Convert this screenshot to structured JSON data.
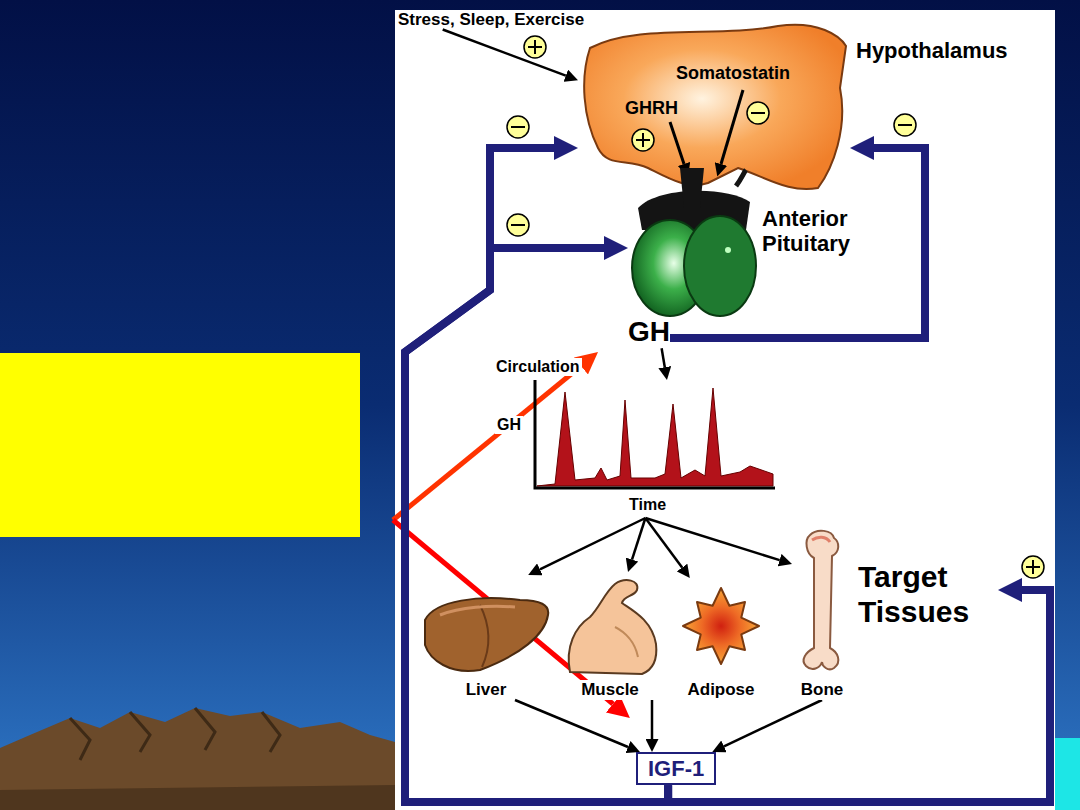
{
  "diagram": {
    "nodes": [
      {
        "text": [
          "Stress, Sleep, Exercise"
        ]
      },
      {
        "text": [
          "Hypothalamus",
          "Somatostatin",
          "GHRH"
        ]
      },
      {
        "text": [
          "Anterior Pituitary"
        ]
      },
      {
        "text": [
          "GH"
        ]
      },
      {
        "text": [
          "Circulation",
          "GH",
          "Time"
        ]
      },
      {
        "text": [
          "Target Tissues"
        ]
      },
      {
        "text": [
          "Liver"
        ]
      },
      {
        "text": [
          "Muscle"
        ]
      },
      {
        "text": [
          "Adipose"
        ]
      },
      {
        "text": [
          "Bone"
        ]
      },
      {
        "text": [
          "IGF-1"
        ]
      }
    ],
    "edges": [
      {
        "from": 0,
        "to": 1,
        "arrow": "to"
      },
      {
        "from": 3,
        "to": 1,
        "arrow": "to"
      },
      {
        "from": 3,
        "to": 4,
        "arrow": "to"
      },
      {
        "from": 4,
        "to": 6,
        "arrow": "to"
      },
      {
        "from": 4,
        "to": 7,
        "arrow": "to"
      },
      {
        "from": 4,
        "to": 8,
        "arrow": "to"
      },
      {
        "from": 4,
        "to": 9,
        "arrow": "to"
      },
      {
        "from": 6,
        "to": 10,
        "arrow": "to"
      },
      {
        "from": 7,
        "to": 10,
        "arrow": "to"
      },
      {
        "from": 9,
        "to": 10,
        "arrow": "to"
      },
      {
        "from": 10,
        "to": 1,
        "arrow": "to"
      },
      {
        "from": 10,
        "to": 2,
        "arrow": "to"
      },
      {
        "from": 10,
        "to": 5,
        "arrow": "to"
      }
    ]
  }
}
